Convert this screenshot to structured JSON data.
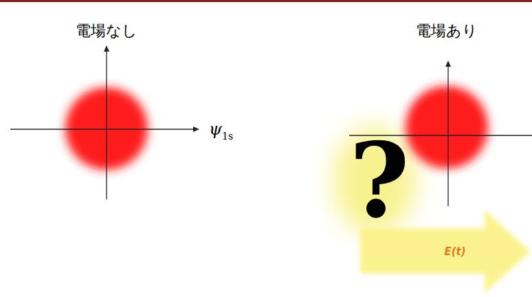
{
  "diagram": {
    "labels": [
      "電場なし",
      "電場あり",
      "ψ",
      "1s",
      "?",
      "E(t)"
    ]
  }
}
